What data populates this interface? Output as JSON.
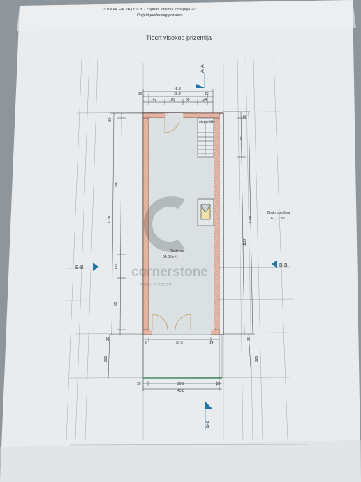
{
  "header": {
    "company": "STUDIA FACTA j.d.o.o. - Zagreb, Kneza Domagoja 2/3",
    "subtitle": "Projekt poslovnog prostora"
  },
  "drawing": {
    "title": "Tlocrt visokog prizemlja",
    "section_a_top": "A-A",
    "section_a_bottom": "A-A",
    "section_b_left": "B-B",
    "section_b_right": "B-B",
    "room_name": "Restoran",
    "room_area": "54,03 m²",
    "stair_label": "stepenište",
    "gross_label": "Bruto površina",
    "gross_area": "67,77 m²",
    "watermark_main": "cornerstone",
    "watermark_sub": "REAL ESTATE",
    "dims_top": {
      "overall": "45.8",
      "inner": "39.8",
      "wall_left": "30",
      "wall_right": "30",
      "seg1": "142",
      "seg2": "100",
      "seg3": "86",
      "seg4": "124"
    },
    "dims_bottom": {
      "left": "9",
      "middle": "37.5",
      "right": "14",
      "wall_left": "30",
      "wall_right": "30",
      "inner": "39.8",
      "overall": "45.8"
    },
    "dims_left": {
      "top_wall": "30",
      "upper": "800",
      "mid": "125",
      "lower": "35",
      "total": "1120",
      "bottom_wall": "30",
      "ext": "265"
    },
    "dims_right": {
      "top_wall": "30",
      "stair": "293",
      "total_outer": "1180",
      "total_inner": "1127",
      "bottom_wall": "30",
      "ext": "265"
    }
  }
}
